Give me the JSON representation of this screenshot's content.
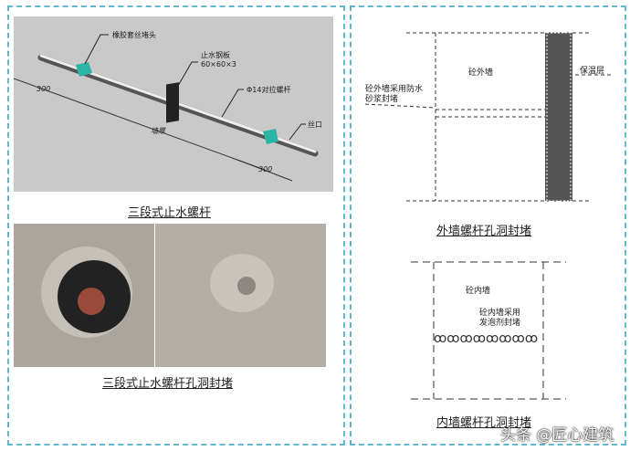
{
  "left": {
    "rod_diagram": {
      "labels": {
        "rubber_plug": "橡胶套丝堵头",
        "waterstop": "止水钢板",
        "waterstop_size": "60×60×3",
        "rod": "Φ14对拉螺杆",
        "thread": "丝口",
        "dim_left": "300",
        "dim_wall": "墙厚",
        "dim_right": "300"
      },
      "colors": {
        "background": "#c9c9c9",
        "plug": "#2bb5a6"
      }
    },
    "caption_top": "三段式止水螺杆",
    "caption_bottom": "三段式止水螺杆孔洞封堵"
  },
  "right": {
    "outer": {
      "wall_label": "砼外墙",
      "seal_label_1": "砼外墙采用防水",
      "seal_label_2": "砂浆封堵",
      "insulation_label": "保温层",
      "caption": "外墙螺杆孔洞封堵"
    },
    "inner": {
      "wall_label": "砼内墙",
      "seal_label_1": "砼内墙采用",
      "seal_label_2": "发泡剂封堵",
      "caption": "内墙螺杆孔洞封堵"
    }
  },
  "watermark": "头条 @匠心建筑",
  "colors": {
    "border": "#5fb7d0"
  }
}
